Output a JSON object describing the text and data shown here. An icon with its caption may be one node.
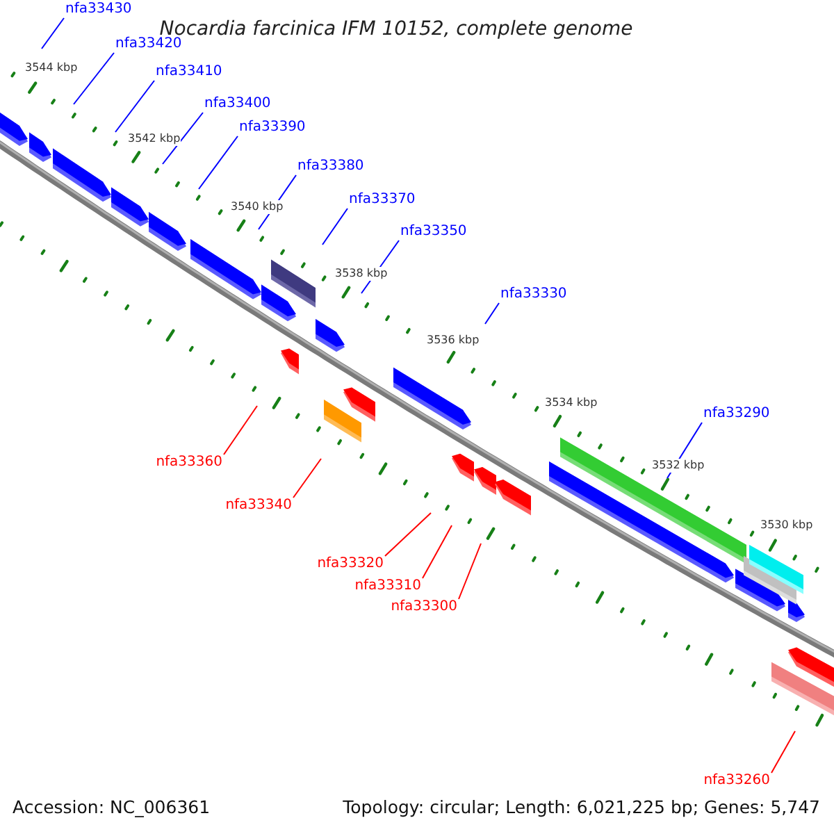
{
  "diagram": {
    "title": "Nocardia farcinica IFM 10152, complete genome",
    "nodes": [
      {
        "text": [
          "nfa33430"
        ]
      },
      {
        "text": [
          "nfa33420"
        ]
      },
      {
        "text": [
          "nfa33410"
        ]
      },
      {
        "text": [
          "nfa33400"
        ]
      },
      {
        "text": [
          "nfa33390"
        ]
      },
      {
        "text": [
          "nfa33380"
        ]
      },
      {
        "text": [
          "nfa33370"
        ]
      },
      {
        "text": [
          "nfa33350"
        ]
      },
      {
        "text": [
          "nfa33330"
        ]
      },
      {
        "text": [
          "nfa33290"
        ]
      },
      {
        "text": [
          "nfa33360"
        ]
      },
      {
        "text": [
          "nfa33340"
        ]
      },
      {
        "text": [
          "nfa33320"
        ]
      },
      {
        "text": [
          "nfa33310"
        ]
      },
      {
        "text": [
          "nfa33300"
        ]
      },
      {
        "text": [
          "nfa33260"
        ]
      }
    ],
    "edges": [
      {
        "from": 0,
        "to": null,
        "arrow": "none"
      },
      {
        "from": 1,
        "to": null,
        "arrow": "none"
      },
      {
        "from": 2,
        "to": null,
        "arrow": "none"
      },
      {
        "from": 3,
        "to": null,
        "arrow": "none"
      },
      {
        "from": 4,
        "to": null,
        "arrow": "none"
      },
      {
        "from": 5,
        "to": null,
        "arrow": "none"
      },
      {
        "from": 6,
        "to": null,
        "arrow": "none"
      },
      {
        "from": 7,
        "to": null,
        "arrow": "none"
      },
      {
        "from": 8,
        "to": null,
        "arrow": "none"
      },
      {
        "from": 9,
        "to": null,
        "arrow": "none"
      },
      {
        "from": 10,
        "to": null,
        "arrow": "none",
        "color": "#ff0000"
      },
      {
        "from": 11,
        "to": null,
        "arrow": "none",
        "color": "#ff0000"
      },
      {
        "from": 12,
        "to": null,
        "arrow": "none",
        "color": "#ff0000"
      },
      {
        "from": 13,
        "to": null,
        "arrow": "none",
        "color": "#ff0000"
      },
      {
        "from": 14,
        "to": null,
        "arrow": "none",
        "color": "#ff0000"
      },
      {
        "from": 15,
        "to": null,
        "arrow": "none",
        "color": "#ff0000"
      }
    ],
    "labels": [
      "3544 kbp",
      "3542 kbp",
      "3540 kbp",
      "3538 kbp",
      "3536 kbp",
      "3534 kbp",
      "3532 kbp",
      "3530 kbp",
      "Accession: NC_006361",
      "Topology: circular; Length: 6,021,225 bp; Genes: 5,747"
    ]
  }
}
